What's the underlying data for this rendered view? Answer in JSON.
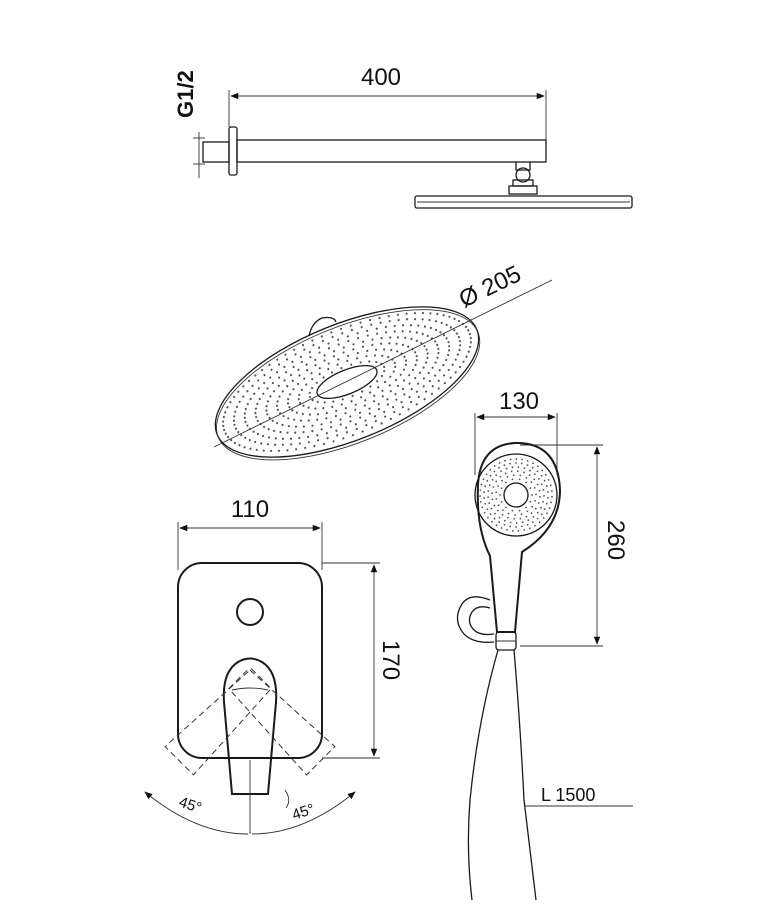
{
  "dimensions": {
    "thread": "G1/2",
    "arm_length": "400",
    "head_diameter": "Ø 205",
    "hand_width": "130",
    "hand_length": "260",
    "plate_width": "110",
    "plate_height": "170",
    "angle_left": "45°",
    "angle_right": "45°",
    "hose_length": "L 1500"
  },
  "colors": {
    "line": "#1a1a1a",
    "background": "#ffffff"
  }
}
